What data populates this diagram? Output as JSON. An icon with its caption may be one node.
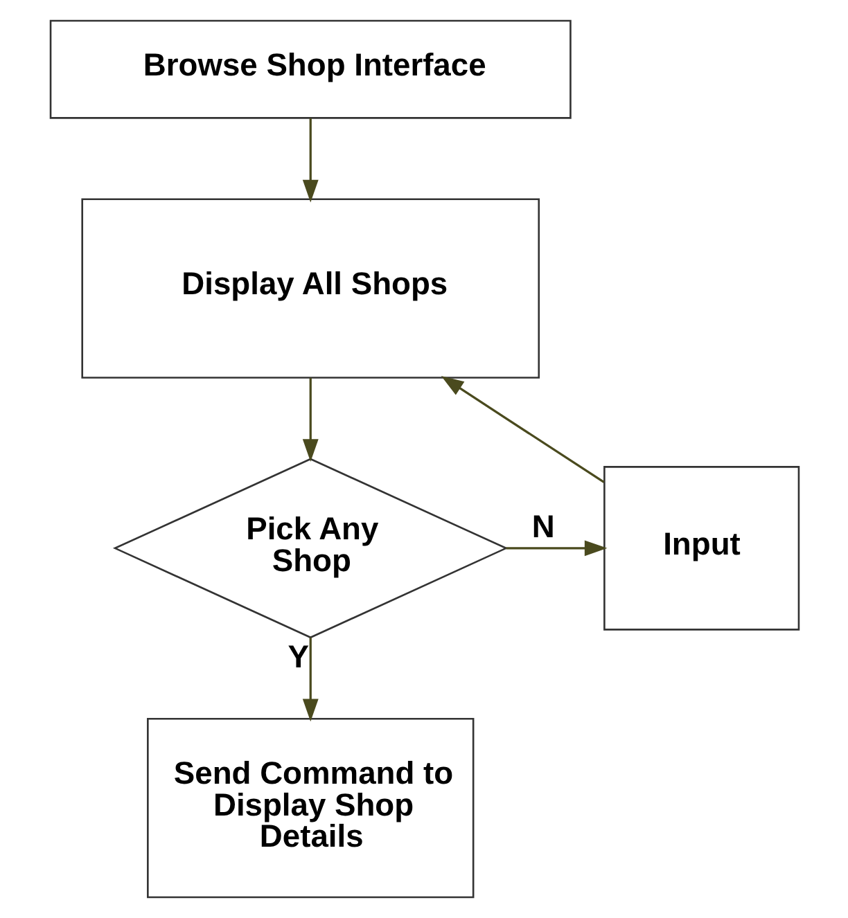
{
  "diagram": {
    "nodes": [
      {
        "text": [
          "Browse Shop Interface"
        ]
      },
      {
        "text": [
          "Display All Shops"
        ]
      },
      {
        "text": [
          "Pick Any Shop"
        ]
      },
      {
        "text": [
          "Input"
        ]
      },
      {
        "text": [
          "Send Command to Display Shop Details"
        ]
      }
    ],
    "edges": [
      {
        "from": 0,
        "to": 1,
        "arrow": "to"
      },
      {
        "from": 1,
        "to": 2,
        "arrow": "to"
      },
      {
        "from": 2,
        "to": 3,
        "arrow": "to",
        "label": "N"
      },
      {
        "from": 3,
        "to": 1,
        "arrow": "to"
      },
      {
        "from": 2,
        "to": 4,
        "arrow": "to",
        "label": "Y"
      }
    ]
  }
}
